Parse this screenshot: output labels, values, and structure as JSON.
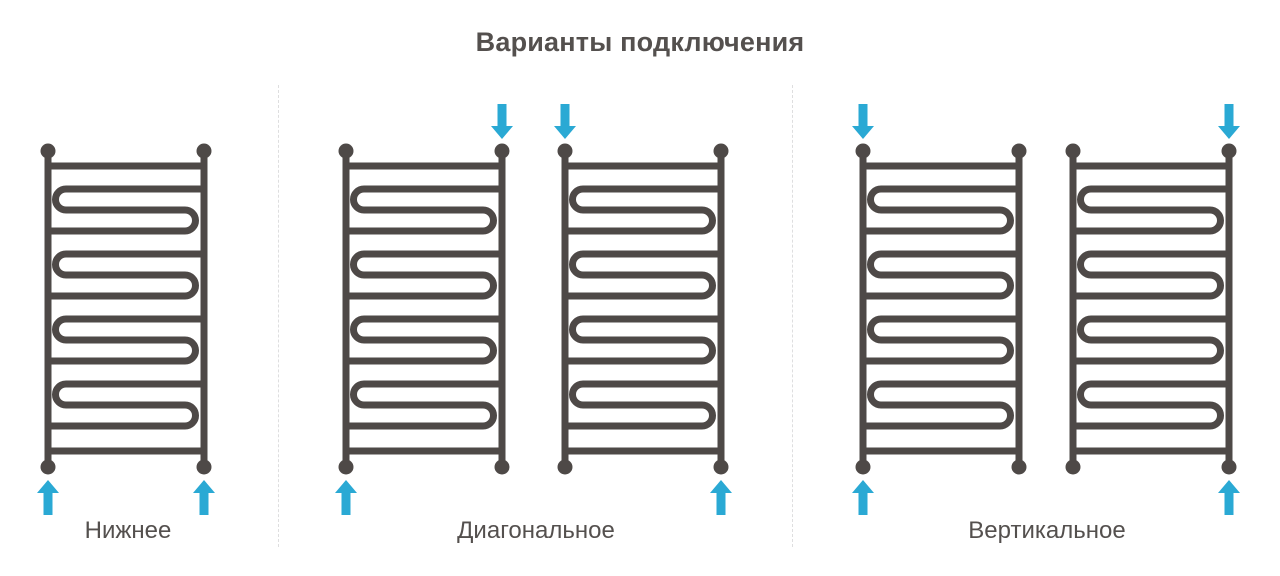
{
  "title": "Варианты подключения",
  "groups": [
    {
      "label": "Нижнее",
      "radiators": [
        {
          "arrows": [
            "bottom_left",
            "bottom_right"
          ]
        }
      ]
    },
    {
      "label": "Диагональное",
      "radiators": [
        {
          "arrows": [
            "top_right",
            "bottom_left"
          ]
        },
        {
          "arrows": [
            "top_left",
            "bottom_right"
          ]
        }
      ]
    },
    {
      "label": "Вертикальное",
      "radiators": [
        {
          "arrows": [
            "top_left",
            "bottom_left"
          ]
        },
        {
          "arrows": [
            "top_right",
            "bottom_right"
          ]
        }
      ]
    }
  ],
  "colors": {
    "background": "#ffffff",
    "radiator": "#4e4947",
    "arrow": "#2aa9d4",
    "title": "#54504e",
    "label": "#54504e",
    "divider": "#dededf"
  }
}
